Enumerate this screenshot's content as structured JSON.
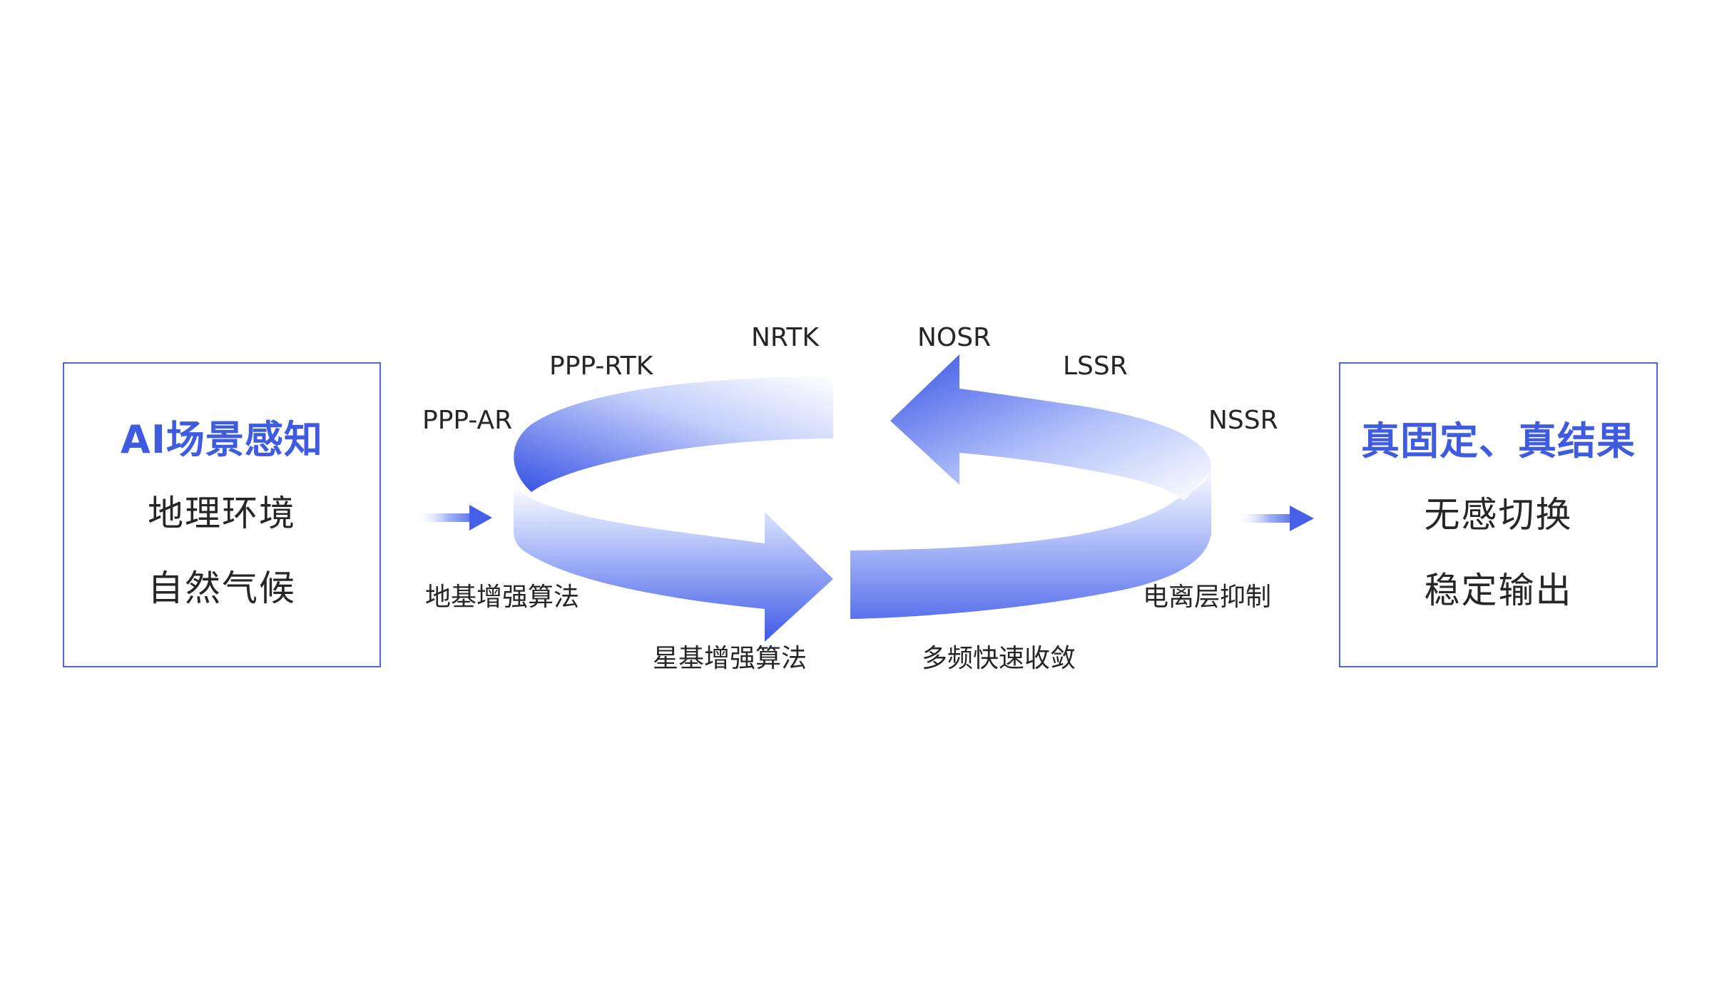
{
  "left_panel": {
    "title": "AI场景感知",
    "items": [
      "地理环境",
      "自然气候"
    ]
  },
  "right_panel": {
    "title": "真固定、真结果",
    "items": [
      "无感切换",
      "稳定输出"
    ]
  },
  "cycle_labels": {
    "ppp_ar": "PPP-AR",
    "ppp_rtk": "PPP-RTK",
    "nrtk": "NRTK",
    "nosr": "NOSR",
    "lssr": "LSSR",
    "nssr": "NSSR",
    "ground_based": "地基增强算法",
    "satellite_based": "星基增强算法",
    "multi_freq": "多频快速收敛",
    "ionosphere": "电离层抑制"
  },
  "colors": {
    "accent": "#3f5be0",
    "border": "#4f66e0",
    "text": "#262626",
    "ribbon_dark": "#3a55e6",
    "ribbon_light": "#ffffff"
  }
}
